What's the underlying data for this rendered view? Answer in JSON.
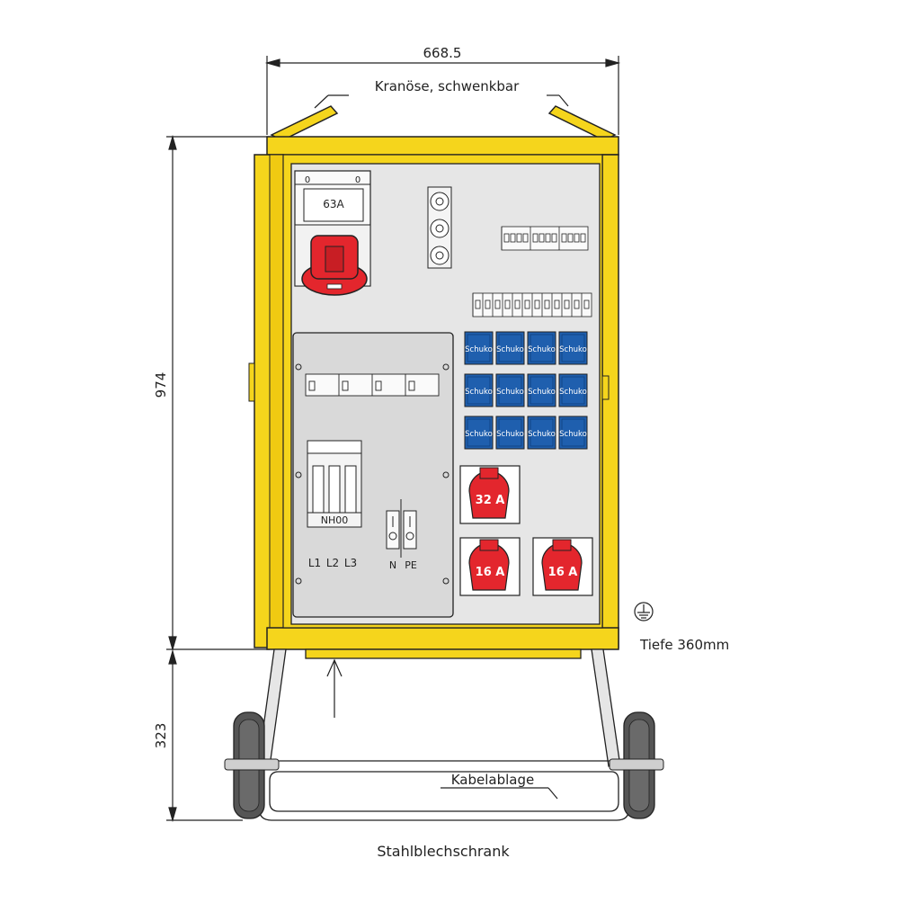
{
  "dimensions": {
    "width": "668.5",
    "height_cabinet": "974",
    "height_frame": "323"
  },
  "annotations": {
    "crane_eye": "Kranöse, schwenkbar",
    "depth": "Tiefe 360mm",
    "cable_tray": "Kabelablage",
    "caption": "Stahlblechschrank"
  },
  "components": {
    "main_breaker": {
      "rating": "63A",
      "top_left": "0",
      "top_right": "0"
    },
    "fuse_base": "NH00",
    "phases": [
      "L1",
      "L2",
      "L3"
    ],
    "terminals": [
      "N",
      "PE"
    ],
    "schuko_label": "Schuko",
    "schuko_count": 12,
    "cee_sockets": [
      "32 A",
      "16 A",
      "16 A"
    ]
  },
  "colors": {
    "cabinet_yellow": "#f5d51c",
    "panel_gray": "#e6e6e6",
    "cee_red": "#e3262d",
    "schuko_blue": "#1f5fae",
    "outline": "#222222"
  },
  "icons": [
    "ground-symbol-icon",
    "arrow-up-icon",
    "wheel-icon"
  ]
}
